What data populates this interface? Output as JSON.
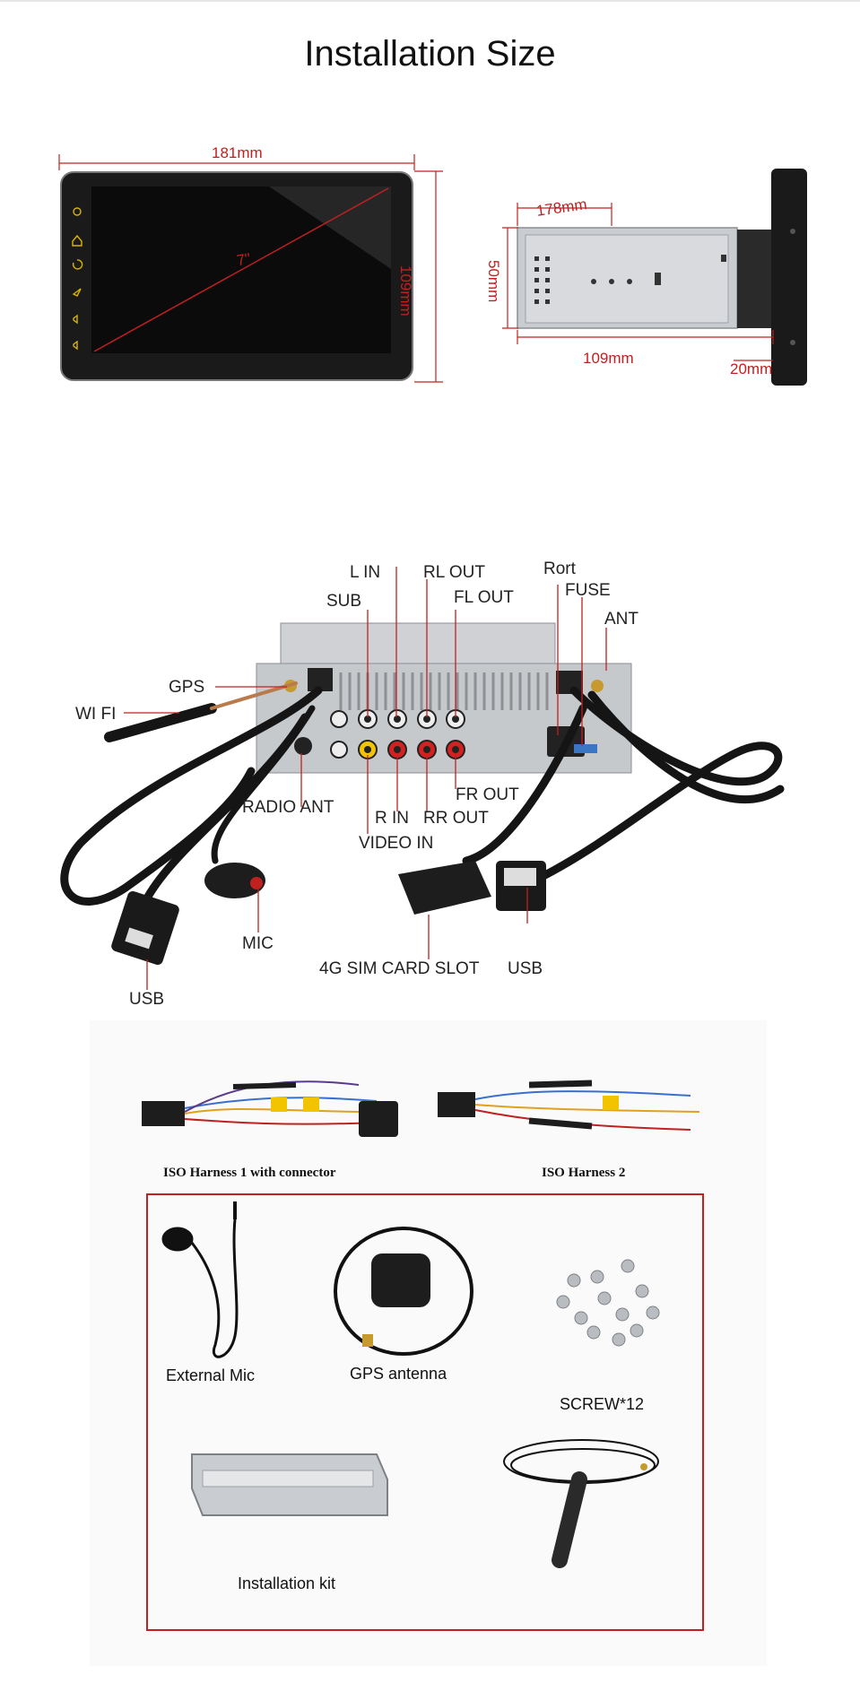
{
  "page": {
    "title": "Installation Size"
  },
  "size_diagram": {
    "front_width": "181mm",
    "front_height": "109mm",
    "screen_diagonal": "7\"",
    "side_length": "178mm",
    "side_height": "50mm",
    "side_depth": "109mm",
    "panel_thickness": "20mm"
  },
  "ports": {
    "l_in": "L IN",
    "rl_out": "RL OUT",
    "rort": "Rort",
    "sub": "SUB",
    "fl_out": "FL OUT",
    "fuse": "FUSE",
    "ant": "ANT",
    "gps": "GPS",
    "wifi": "WI FI",
    "radio_ant": "RADIO ANT",
    "fr_out": "FR OUT",
    "r_in": "R IN",
    "rr_out": "RR OUT",
    "video_in": "VIDEO IN",
    "mic": "MIC",
    "sim_slot": "4G SIM CARD SLOT",
    "usb_right": "USB",
    "usb_left": "USB"
  },
  "accessories": {
    "harness1": "ISO Harness 1 with connector",
    "harness2": "ISO Harness 2",
    "external_mic": "External Mic",
    "gps_antenna": "GPS antenna",
    "screws": "SCREW*12",
    "install_kit": "Installation kit"
  }
}
